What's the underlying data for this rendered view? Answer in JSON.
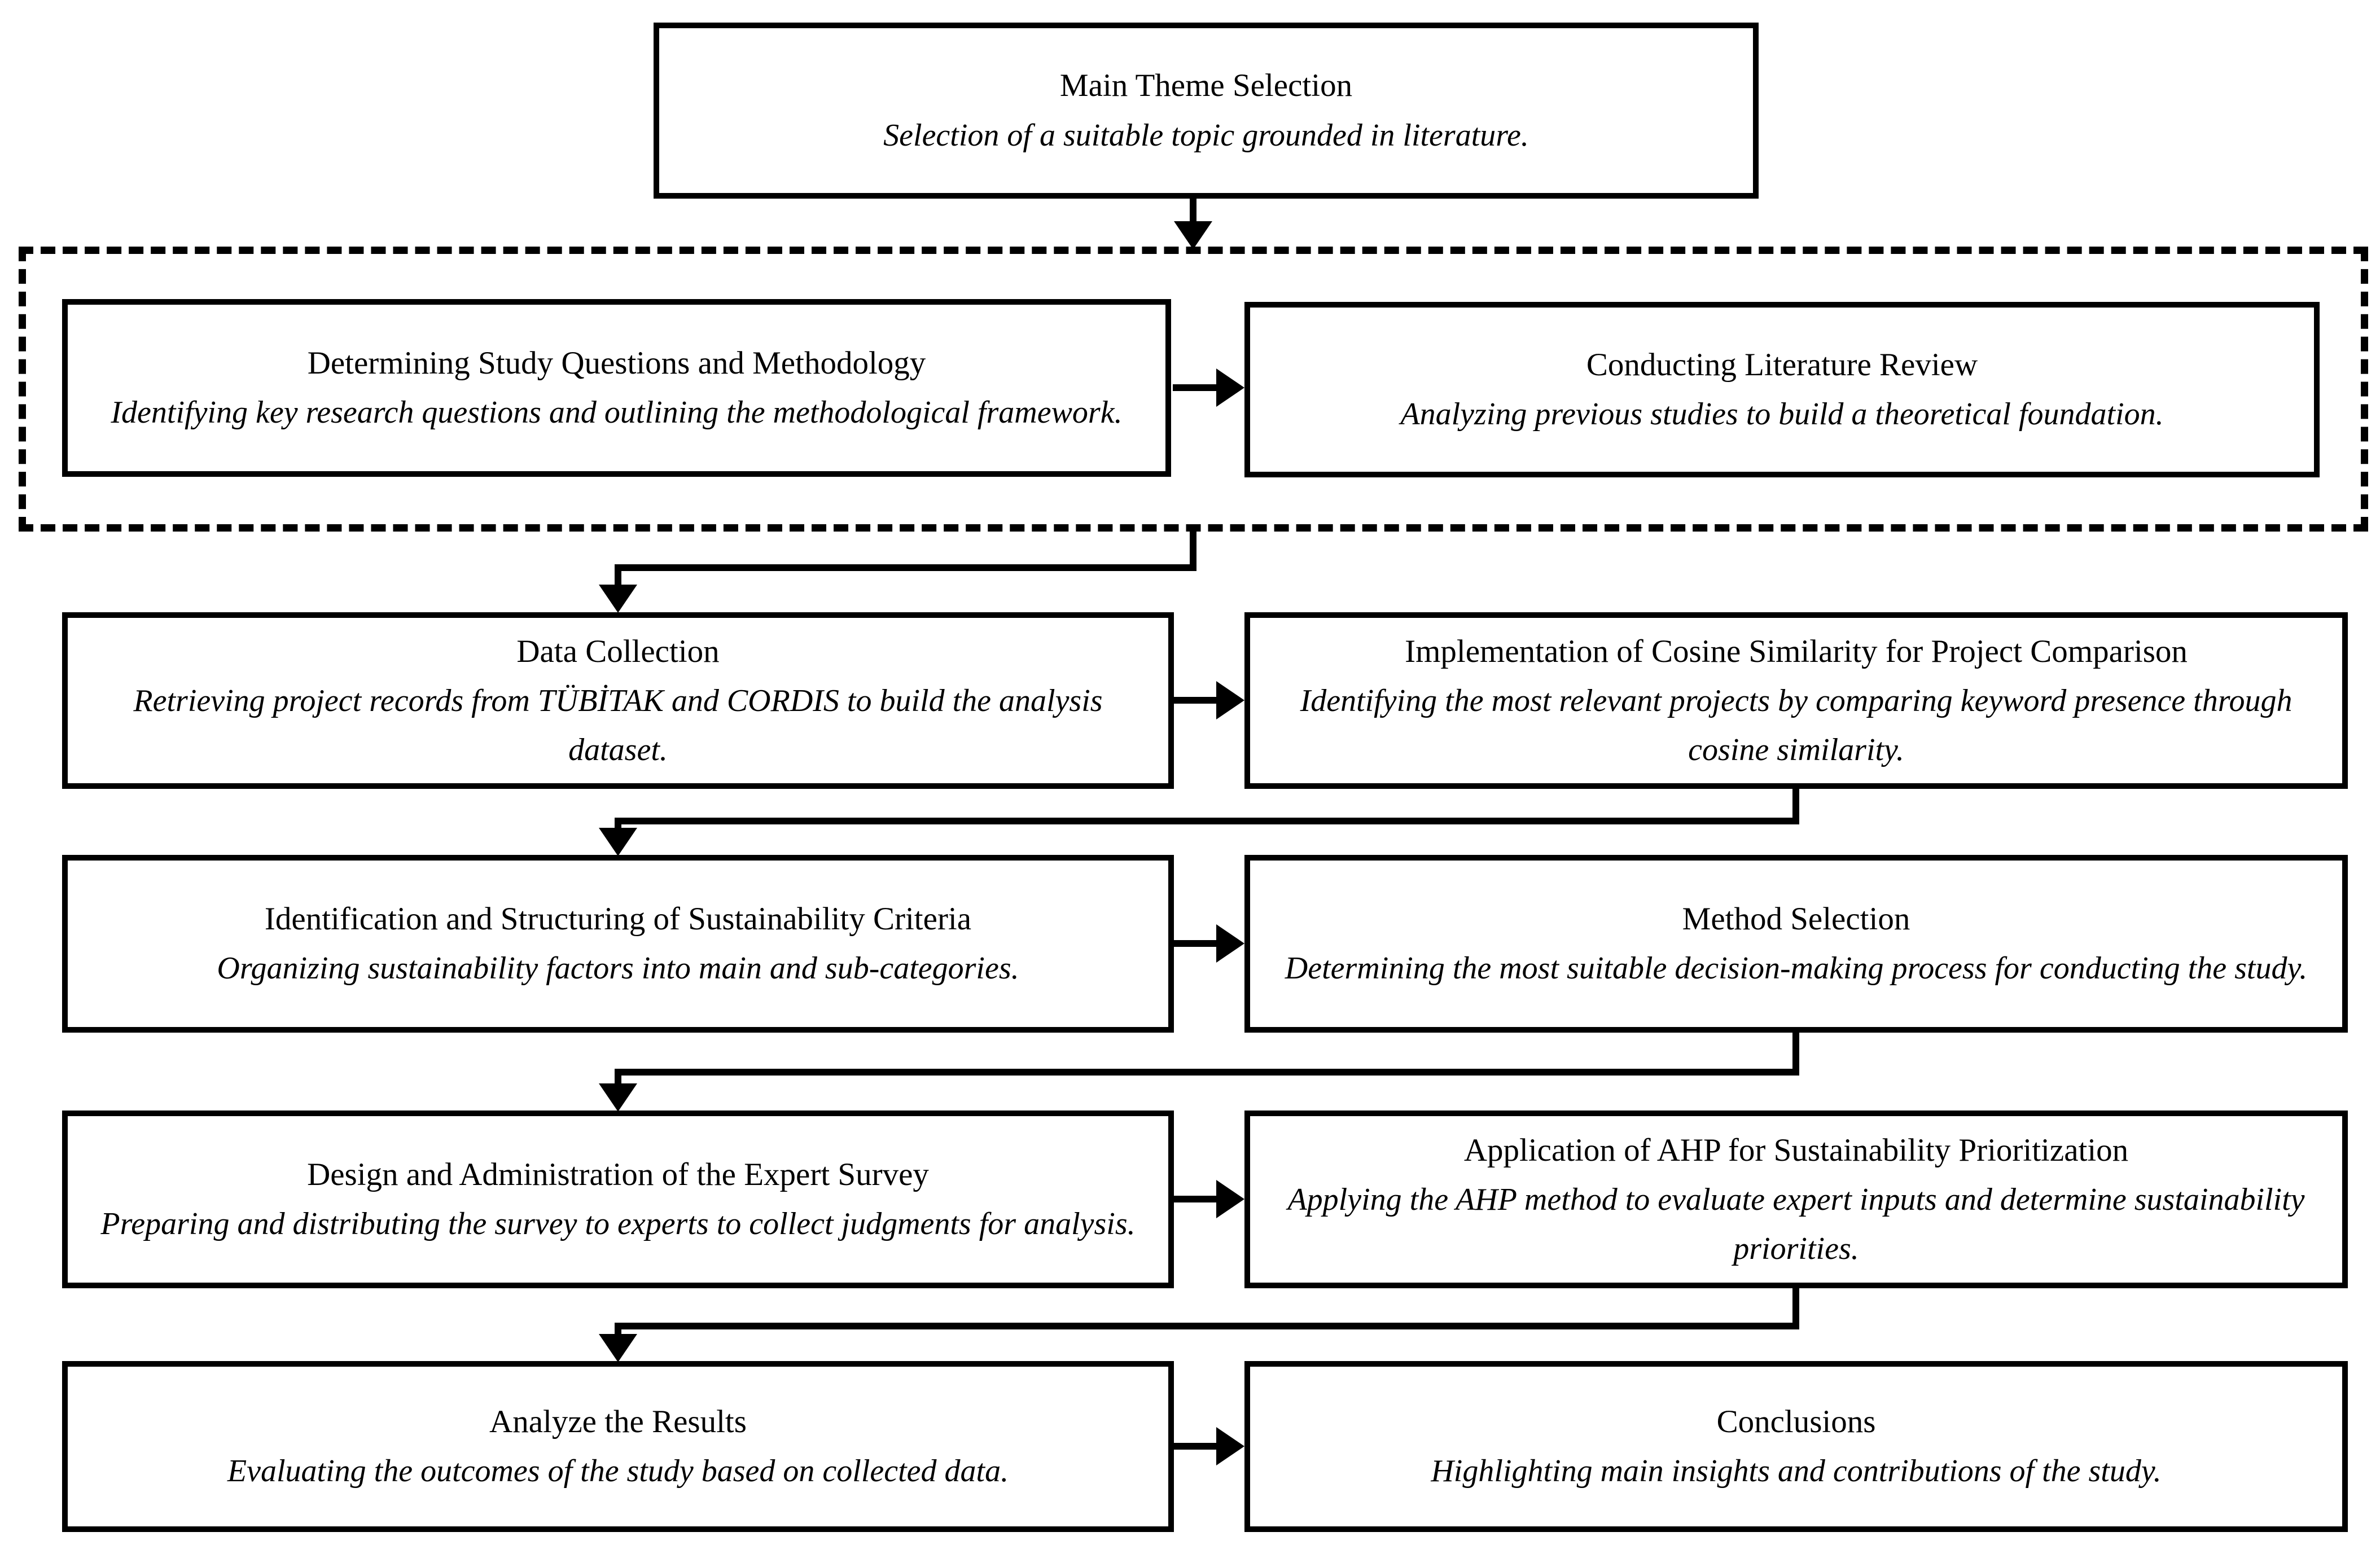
{
  "diagram": {
    "colors": {
      "line": "#000000",
      "background": "#ffffff",
      "text": "#000000"
    },
    "nodes": [
      {
        "id": "main-theme",
        "title": "Main Theme Selection",
        "subtitle": "Selection of a suitable topic grounded in literature."
      },
      {
        "id": "study-questions",
        "title": "Determining Study Questions and Methodology",
        "subtitle": "Identifying key research questions and outlining the methodological framework."
      },
      {
        "id": "literature-review",
        "title": "Conducting Literature Review",
        "subtitle": "Analyzing previous studies to build a theoretical foundation."
      },
      {
        "id": "data-collection",
        "title": "Data Collection",
        "subtitle": "Retrieving project records from TÜBİTAK and CORDIS to build the analysis dataset."
      },
      {
        "id": "cosine-similarity",
        "title": "Implementation of Cosine Similarity for Project Comparison",
        "subtitle": "Identifying the most relevant projects by comparing keyword presence through cosine similarity."
      },
      {
        "id": "sustainability-criteria",
        "title": "Identification and Structuring of Sustainability Criteria",
        "subtitle": "Organizing sustainability factors into main and sub-categories."
      },
      {
        "id": "method-selection",
        "title": "Method Selection",
        "subtitle": "Determining the most suitable decision-making process for conducting the study."
      },
      {
        "id": "expert-survey",
        "title": "Design and Administration of the Expert Survey",
        "subtitle": "Preparing and distributing the survey to experts to collect judgments for analysis."
      },
      {
        "id": "ahp-application",
        "title": "Application of AHP for Sustainability Prioritization",
        "subtitle": "Applying the AHP method to evaluate expert inputs and determine sustainability priorities."
      },
      {
        "id": "analyze-results",
        "title": "Analyze the Results",
        "subtitle": "Evaluating the outcomes of the study based on collected data."
      },
      {
        "id": "conclusions",
        "title": "Conclusions",
        "subtitle": "Highlighting main insights and contributions of the study."
      }
    ]
  }
}
